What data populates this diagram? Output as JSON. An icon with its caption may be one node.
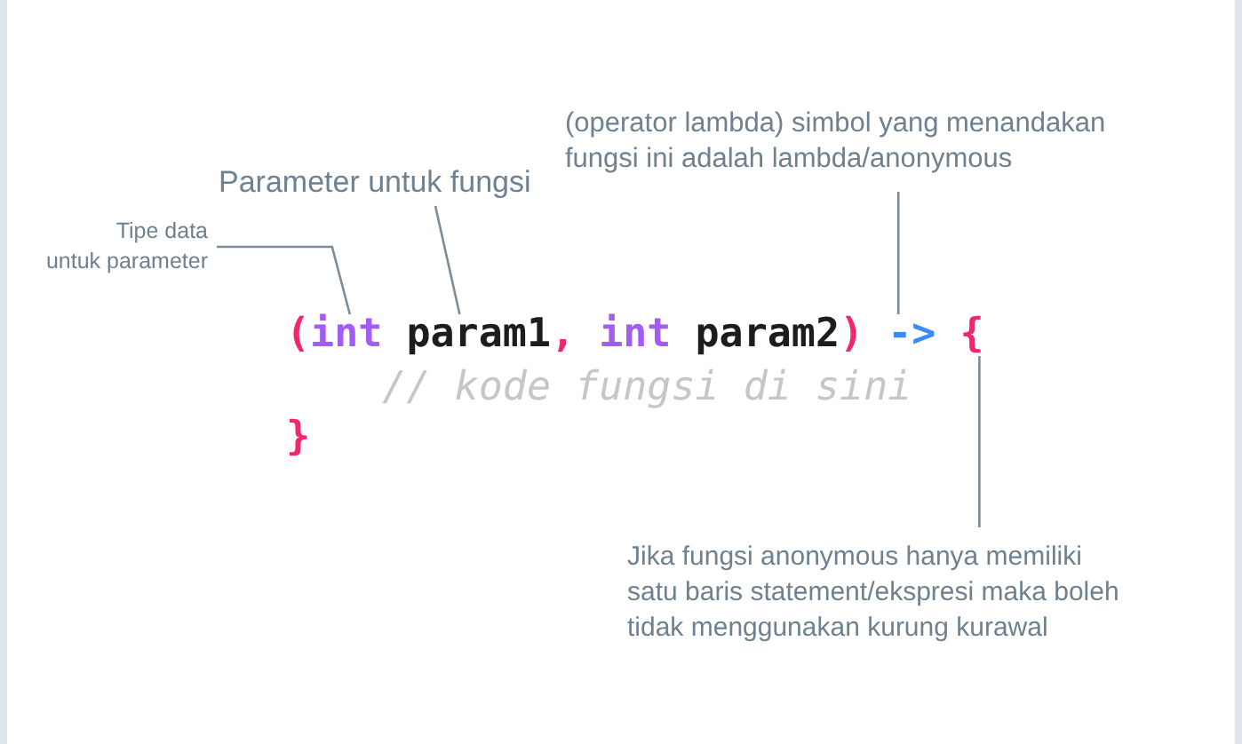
{
  "diagram": {
    "nodes": [
      {
        "text": [
          "(operator lambda) simbol yang menandakan fungsi ini adalah lambda/anonymous"
        ]
      },
      {
        "text": [
          "Parameter untuk fungsi"
        ]
      },
      {
        "text": [
          "Tipe data untuk parameter"
        ]
      },
      {
        "text": [
          "int"
        ]
      },
      {
        "text": [
          "param1"
        ]
      },
      {
        "text": [
          "->"
        ]
      },
      {
        "text": [
          "{"
        ]
      },
      {
        "text": [
          "Jika fungsi anonymous hanya memiliki satu baris statement/ekspresi maka boleh tidak menggunakan kurung kurawal"
        ]
      }
    ],
    "edges": [
      {
        "from": 2,
        "to": 3,
        "arrow": "none"
      },
      {
        "from": 1,
        "to": 4,
        "arrow": "none"
      },
      {
        "from": 0,
        "to": 5,
        "arrow": "none"
      },
      {
        "from": 7,
        "to": 6,
        "arrow": "none"
      }
    ],
    "labels": [
      "(",
      ",",
      "int",
      "param2",
      ")",
      "// kode fungsi di sini",
      "}"
    ]
  }
}
